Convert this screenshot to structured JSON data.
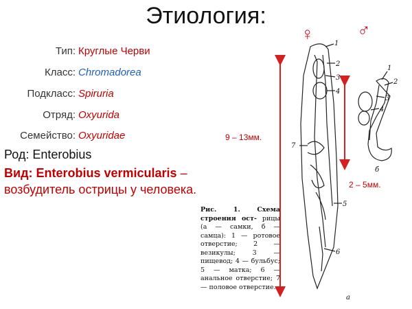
{
  "title": "Этиология:",
  "symbols": {
    "female": "♀",
    "male": "♂"
  },
  "taxonomy": [
    {
      "label": "Тип:",
      "value": "Круглые Черви"
    },
    {
      "label": "Класс:",
      "value": "Chromadorea"
    },
    {
      "label": "Подкласс:",
      "value": "Spiruria"
    },
    {
      "label": "Отряд:",
      "value": "Oxyurida"
    },
    {
      "label": "Семейство:",
      "value": "Oxyuridae"
    }
  ],
  "genus": "Род: Enterobius",
  "species": {
    "bold": "Вид: Enterobius vermicularis",
    "rest": " – возбудитель острицы у человека."
  },
  "sizes": {
    "female": "9 – 13мм.",
    "male": "2 – 5мм."
  },
  "caption": {
    "head": "Рис. 1. Схема строения ост-",
    "body": "рицы (а — самки, б — самца): 1 — ротовое отверстие; 2 — везикулы; 3 — пищевод; 4 — бульбус; 5 — матка; 6 — анальное отверстие; 7 — половое отверстие."
  },
  "figure_labels": {
    "female": [
      "1",
      "2",
      "3",
      "4",
      "7",
      "5",
      "6",
      "а"
    ],
    "male": [
      "1",
      "2",
      "3",
      "4",
      "б"
    ]
  },
  "colors": {
    "accent": "#c00000",
    "blue": "#1f5fb4",
    "arrow": "#d42020"
  }
}
